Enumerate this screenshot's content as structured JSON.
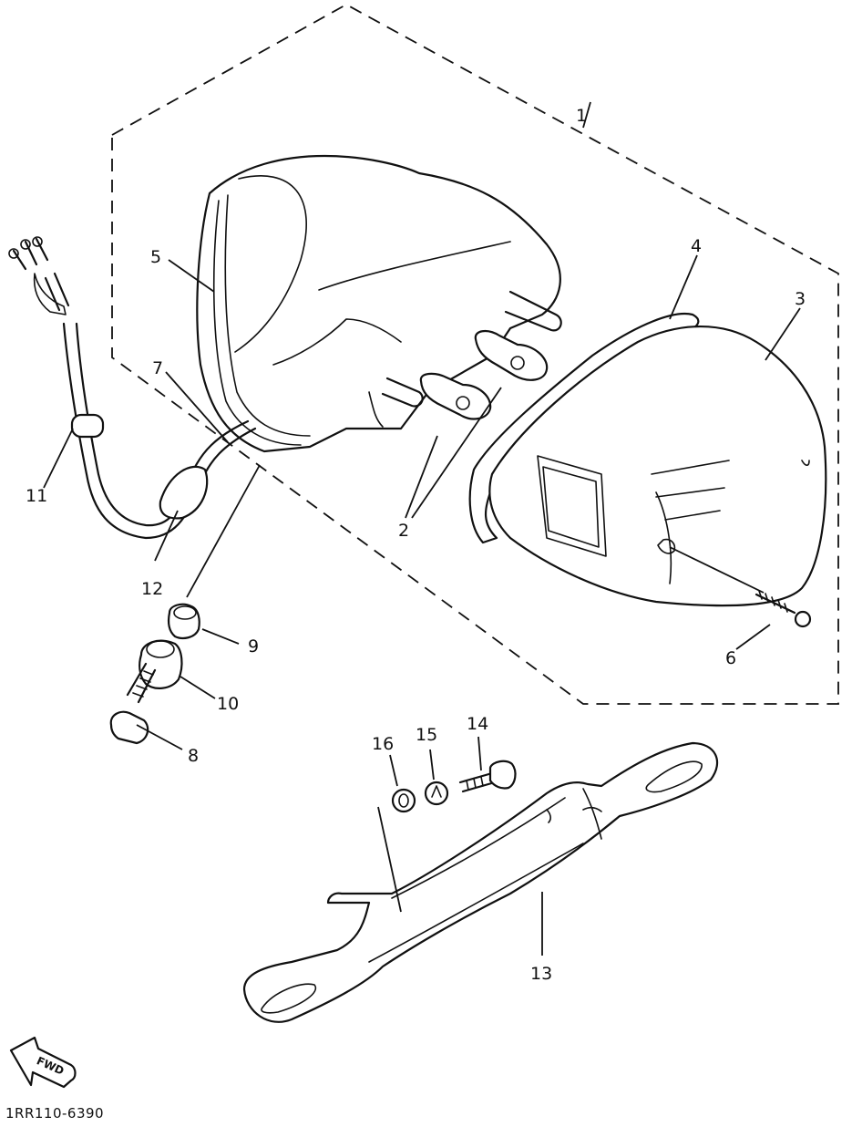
{
  "diagram": {
    "drawing_code": "1RR110-6390",
    "direction_arrow": {
      "label": "FWD",
      "icon": "forward-arrow-icon"
    },
    "callouts": [
      {
        "id": "1",
        "label": "1"
      },
      {
        "id": "2",
        "label": "2"
      },
      {
        "id": "3",
        "label": "3"
      },
      {
        "id": "4",
        "label": "4"
      },
      {
        "id": "5",
        "label": "5"
      },
      {
        "id": "6",
        "label": "6"
      },
      {
        "id": "7",
        "label": "7"
      },
      {
        "id": "8",
        "label": "8"
      },
      {
        "id": "9",
        "label": "9"
      },
      {
        "id": "10",
        "label": "10"
      },
      {
        "id": "11",
        "label": "11"
      },
      {
        "id": "12",
        "label": "12"
      },
      {
        "id": "13",
        "label": "13"
      },
      {
        "id": "14",
        "label": "14"
      },
      {
        "id": "15",
        "label": "15"
      },
      {
        "id": "16",
        "label": "16"
      }
    ]
  }
}
